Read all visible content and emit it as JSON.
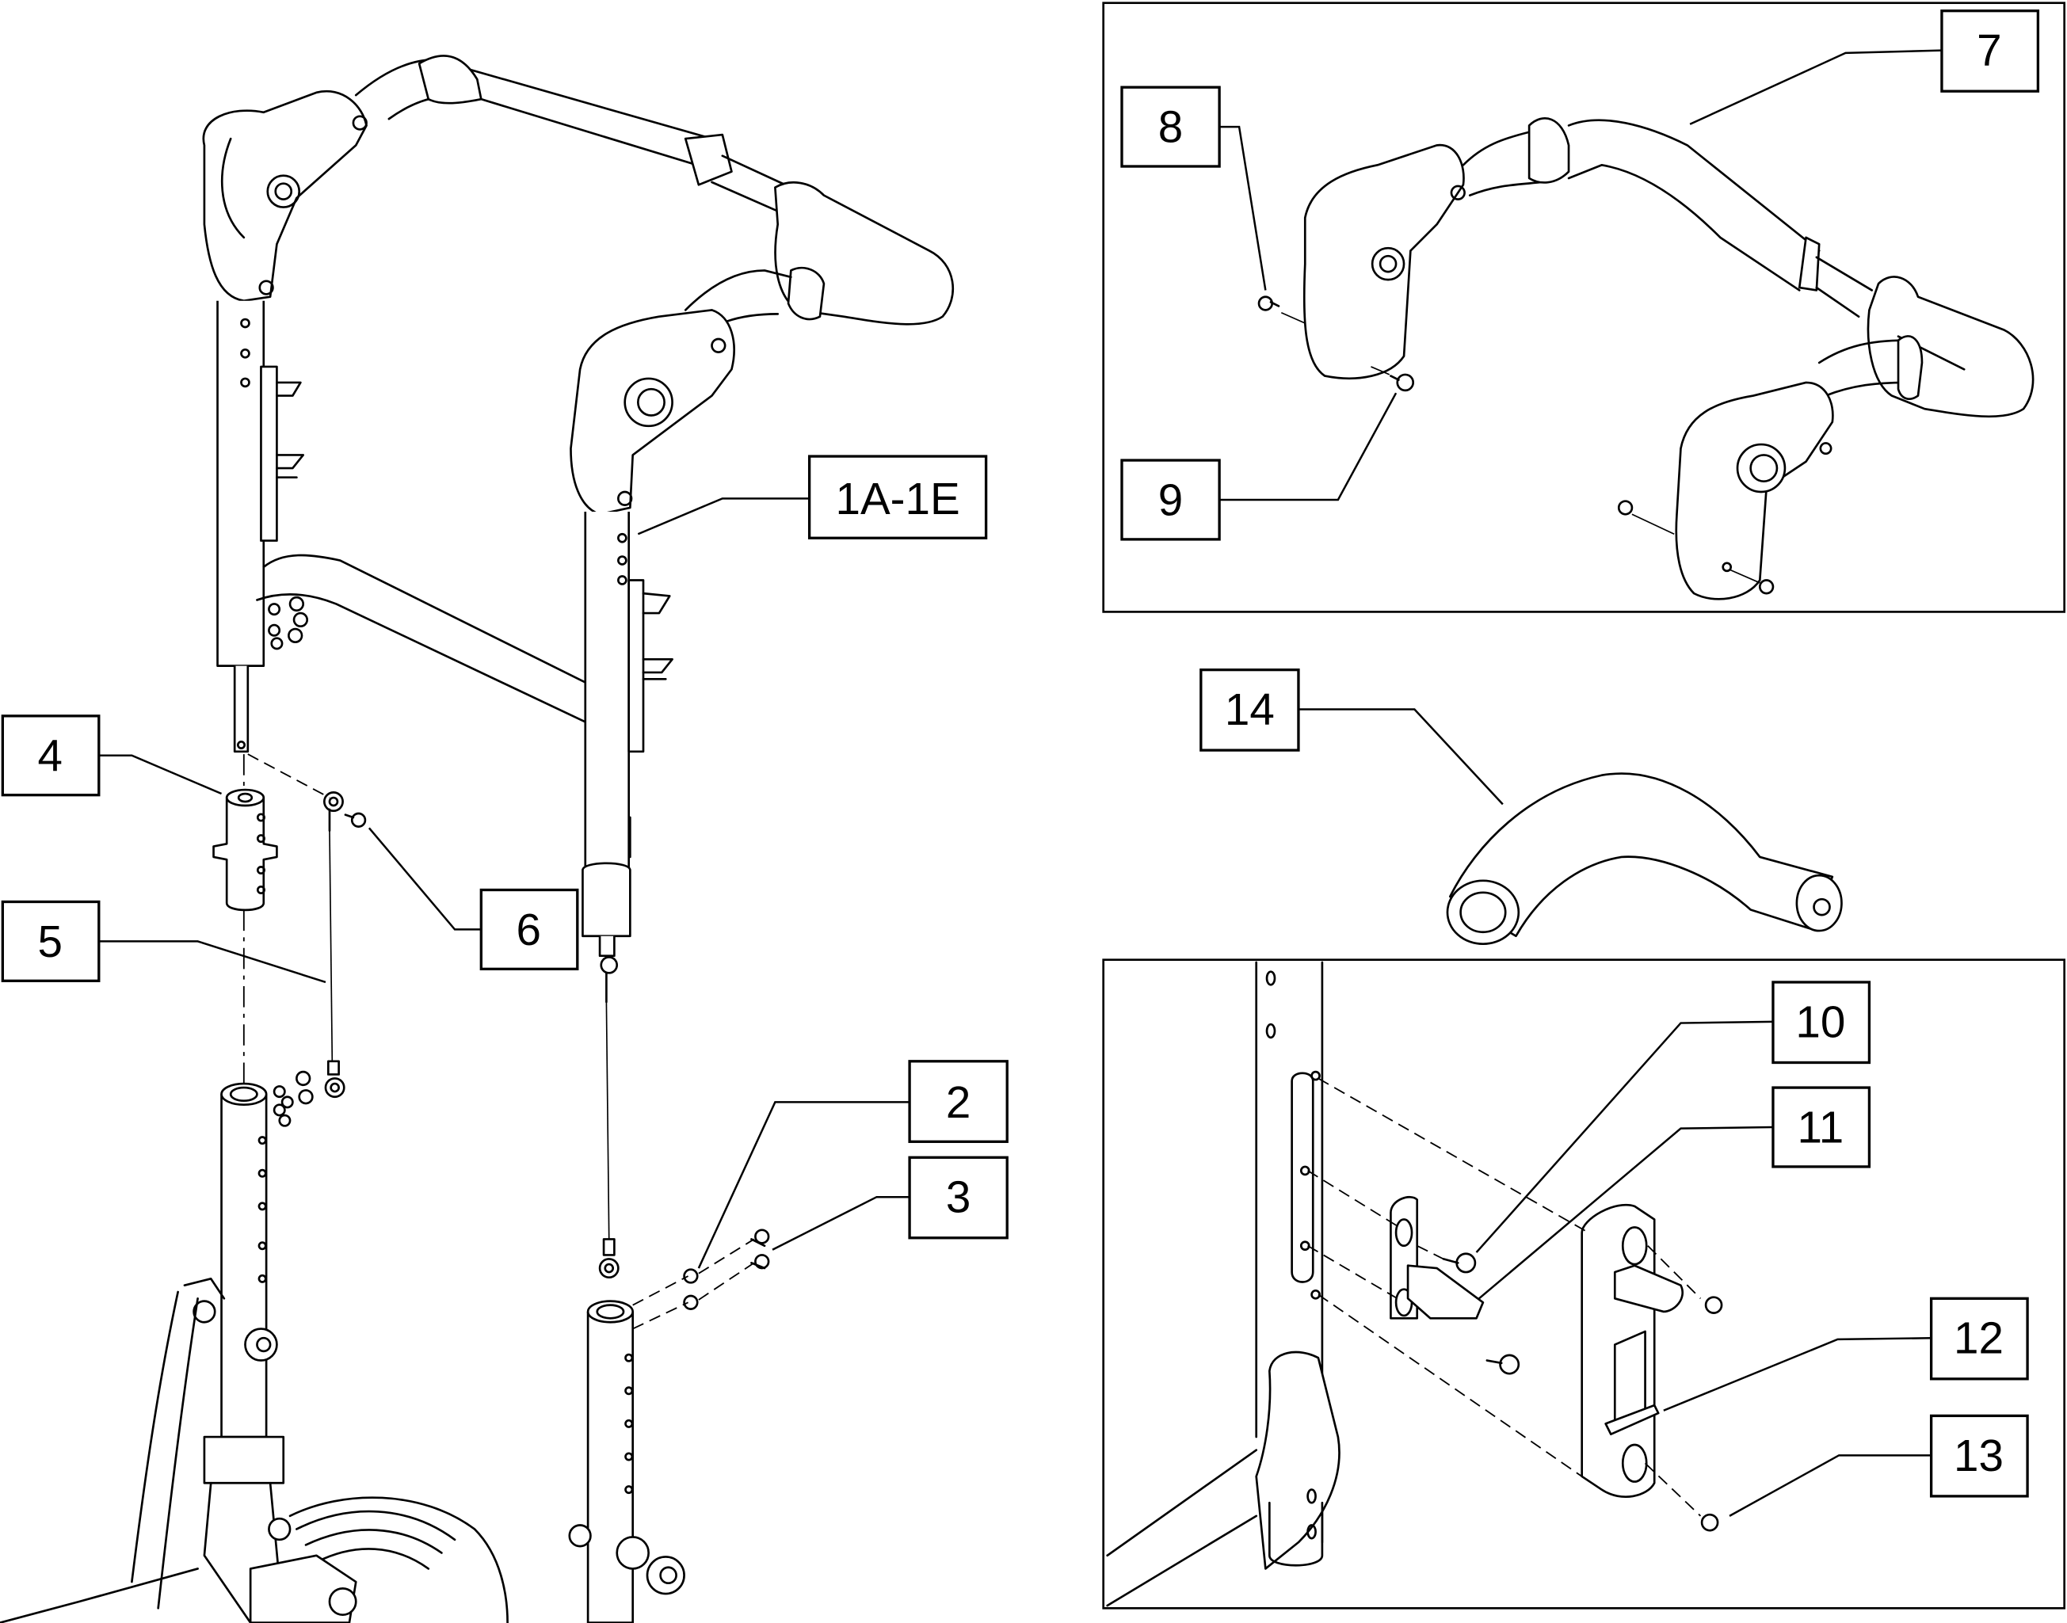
{
  "diagram": {
    "type": "exploded-parts-diagram",
    "callouts": [
      {
        "id": "1A-1E",
        "label": "1A-1E",
        "target": "frame-tube-right"
      },
      {
        "id": "2",
        "label": "2",
        "target": "washer"
      },
      {
        "id": "3",
        "label": "3",
        "target": "screw"
      },
      {
        "id": "4",
        "label": "4",
        "target": "adapter-bushing"
      },
      {
        "id": "5",
        "label": "5",
        "target": "cable"
      },
      {
        "id": "6",
        "label": "6",
        "target": "cable-screw"
      },
      {
        "id": "7",
        "label": "7",
        "target": "push-handle-bar"
      },
      {
        "id": "8",
        "label": "8",
        "target": "handle-screw-upper"
      },
      {
        "id": "9",
        "label": "9",
        "target": "handle-screw-lower"
      },
      {
        "id": "10",
        "label": "10",
        "target": "latch-screw"
      },
      {
        "id": "11",
        "label": "11",
        "target": "latch-catch"
      },
      {
        "id": "12",
        "label": "12",
        "target": "latch-lever"
      },
      {
        "id": "13",
        "label": "13",
        "target": "latch-plate-screw"
      },
      {
        "id": "14",
        "label": "14",
        "target": "handle-grip-tube"
      }
    ],
    "insets": [
      {
        "name": "push-handle-detail",
        "callouts": [
          "7",
          "8",
          "9"
        ]
      },
      {
        "name": "latch-detail",
        "callouts": [
          "10",
          "11",
          "12",
          "13"
        ]
      }
    ],
    "colors": {
      "line": "#000000",
      "background": "#ffffff"
    }
  }
}
